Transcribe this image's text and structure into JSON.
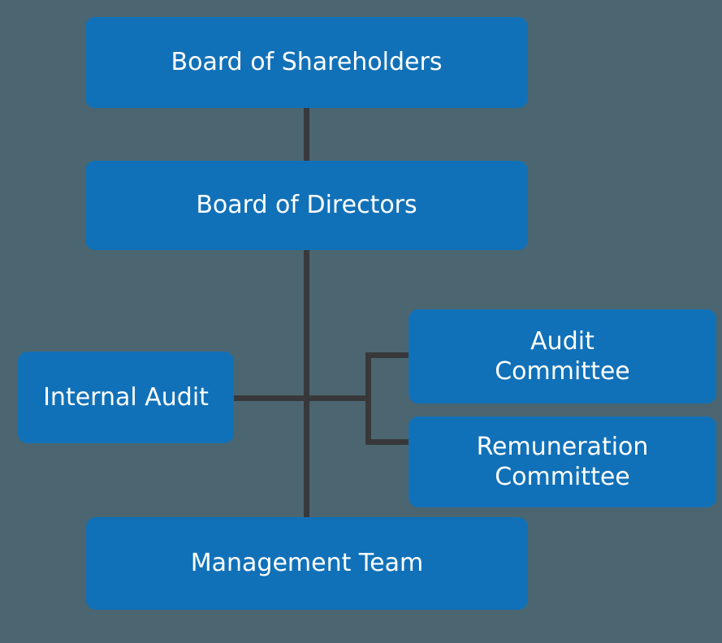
{
  "diagram": {
    "type": "org-chart",
    "nodes": {
      "shareholders": {
        "label": "Board of Shareholders"
      },
      "directors": {
        "label": "Board of Directors"
      },
      "internal_audit": {
        "label": "Internal Audit"
      },
      "audit_committee": {
        "label": "Audit\nCommittee"
      },
      "remuneration_committee": {
        "label": "Remuneration\nCommittee"
      },
      "management": {
        "label": "Management Team"
      }
    },
    "edges": [
      {
        "from": "Board of Shareholders",
        "to": "Board of Directors"
      },
      {
        "from": "Board of Directors",
        "to": "Management Team"
      },
      {
        "from": "Board of Directors",
        "to": "Internal Audit"
      },
      {
        "from": "Board of Directors",
        "to": "Audit Committee"
      },
      {
        "from": "Board of Directors",
        "to": "Remuneration Committee"
      }
    ],
    "colors": {
      "background": "#4B6670",
      "node_fill": "#1171B8",
      "node_text": "#FFFFFF",
      "connector": "#38383B"
    }
  }
}
